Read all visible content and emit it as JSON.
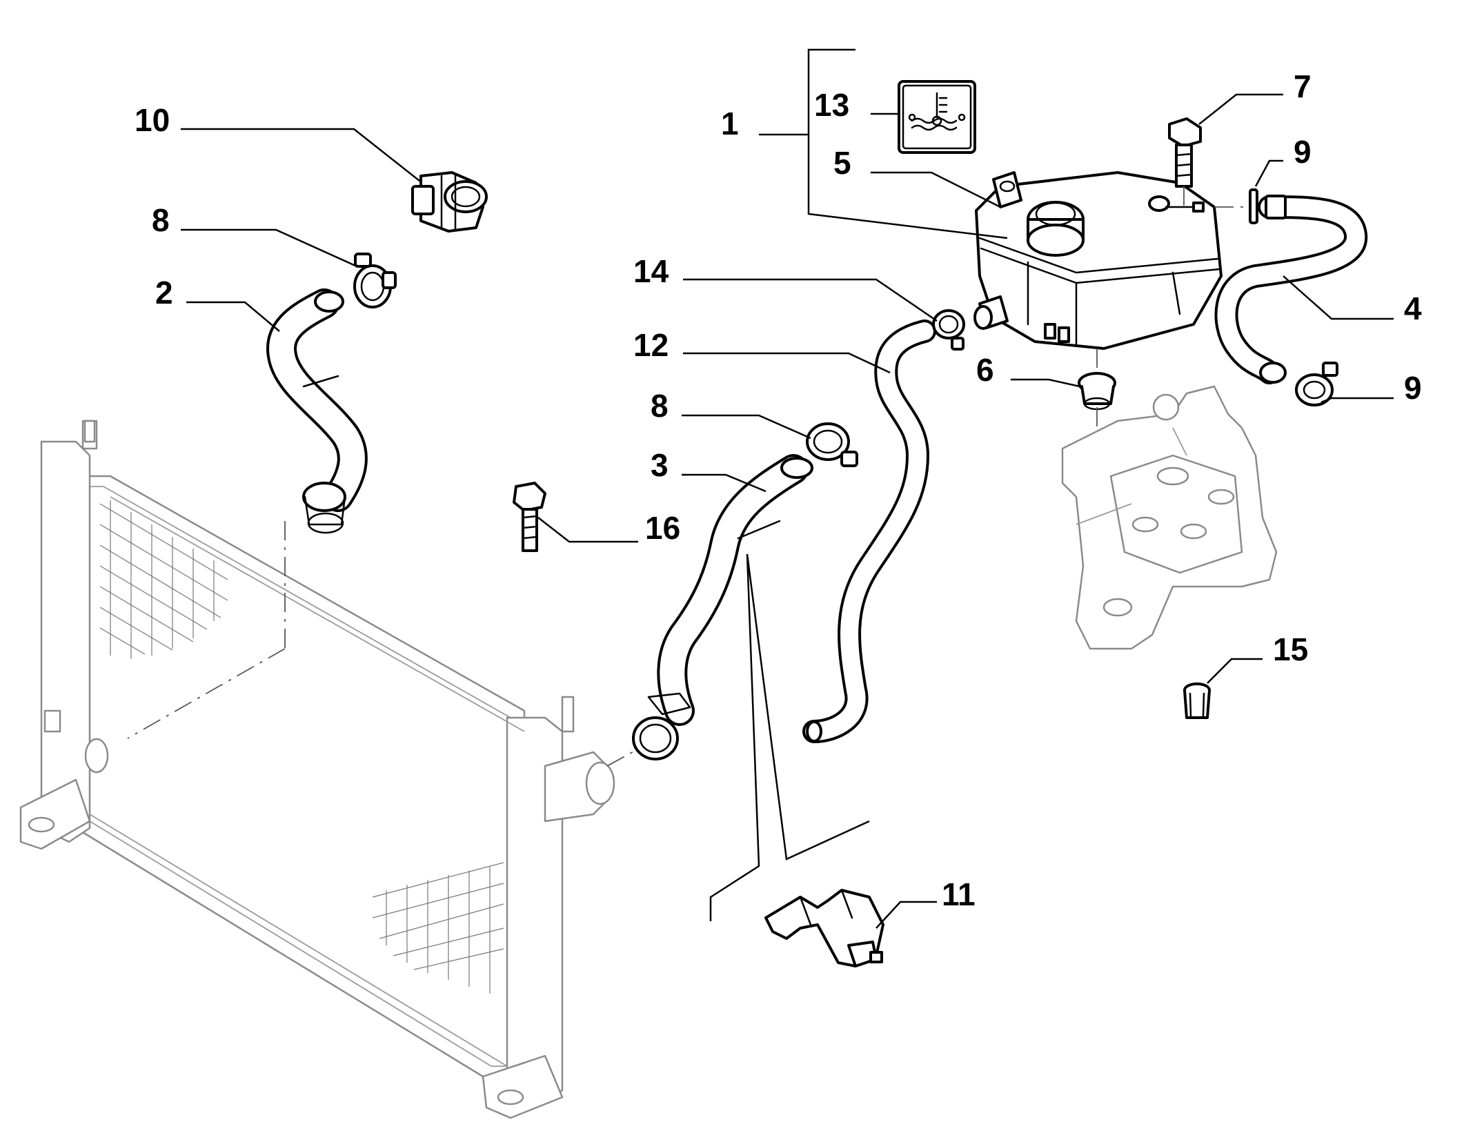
{
  "diagram": {
    "callouts": [
      {
        "id": "c1",
        "label": "1"
      },
      {
        "id": "c2",
        "label": "2"
      },
      {
        "id": "c3",
        "label": "3"
      },
      {
        "id": "c4",
        "label": "4"
      },
      {
        "id": "c5",
        "label": "5"
      },
      {
        "id": "c6",
        "label": "6"
      },
      {
        "id": "c7",
        "label": "7"
      },
      {
        "id": "c8a",
        "label": "8"
      },
      {
        "id": "c8b",
        "label": "8"
      },
      {
        "id": "c9a",
        "label": "9"
      },
      {
        "id": "c9b",
        "label": "9"
      },
      {
        "id": "c10",
        "label": "10"
      },
      {
        "id": "c11",
        "label": "11"
      },
      {
        "id": "c12",
        "label": "12"
      },
      {
        "id": "c13",
        "label": "13"
      },
      {
        "id": "c14",
        "label": "14"
      },
      {
        "id": "c15",
        "label": "15"
      },
      {
        "id": "c16",
        "label": "16"
      }
    ],
    "icons": {
      "coolant_label": "coolant-temperature-icon"
    }
  }
}
